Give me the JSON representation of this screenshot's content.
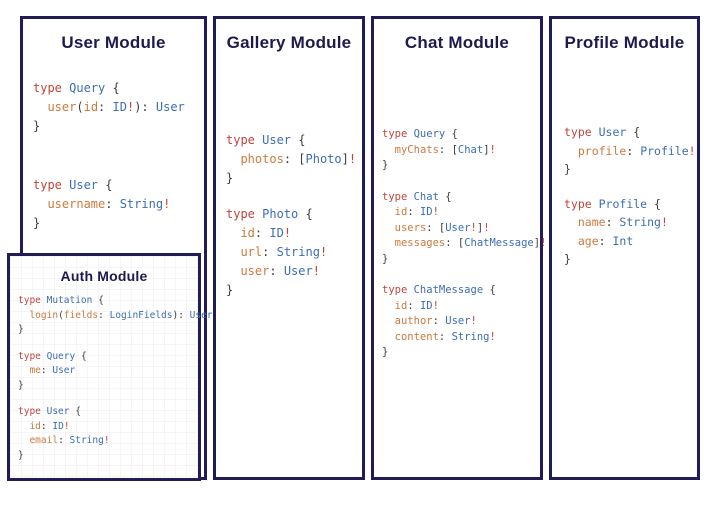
{
  "colors": {
    "border": "#201c55",
    "heading": "#1d1a4e",
    "keyword": "#c0453f",
    "type": "#3d6eb4",
    "field": "#cc7a3d",
    "punct": "#3d3d3d",
    "bang": "#c0453f",
    "background": "#ffffff"
  },
  "modules": [
    {
      "id": "user",
      "title": "User Module",
      "blocks": [
        [
          [
            [
              "k",
              "type "
            ],
            [
              "t",
              "Query "
            ],
            [
              "p",
              "{"
            ]
          ],
          [
            [
              "p",
              "  "
            ],
            [
              "f",
              "user"
            ],
            [
              "p",
              "("
            ],
            [
              "f",
              "id"
            ],
            [
              "p",
              ": "
            ],
            [
              "t",
              "ID"
            ],
            [
              "b",
              "!"
            ],
            [
              "p",
              "): "
            ],
            [
              "t",
              "User"
            ]
          ],
          [
            [
              "p",
              "}"
            ]
          ]
        ],
        [
          [
            [
              "k",
              "type "
            ],
            [
              "t",
              "User "
            ],
            [
              "p",
              "{"
            ]
          ],
          [
            [
              "p",
              "  "
            ],
            [
              "f",
              "username"
            ],
            [
              "p",
              ": "
            ],
            [
              "t",
              "String"
            ],
            [
              "b",
              "!"
            ]
          ],
          [
            [
              "p",
              "}"
            ]
          ]
        ]
      ]
    },
    {
      "id": "gallery",
      "title": "Gallery Module",
      "blocks": [
        [
          [
            [
              "k",
              "type "
            ],
            [
              "t",
              "User "
            ],
            [
              "p",
              "{"
            ]
          ],
          [
            [
              "p",
              "  "
            ],
            [
              "f",
              "photos"
            ],
            [
              "p",
              ": ["
            ],
            [
              "t",
              "Photo"
            ],
            [
              "p",
              "]"
            ],
            [
              "b",
              "!"
            ]
          ],
          [
            [
              "p",
              "}"
            ]
          ]
        ],
        [
          [
            [
              "k",
              "type "
            ],
            [
              "t",
              "Photo "
            ],
            [
              "p",
              "{"
            ]
          ],
          [
            [
              "p",
              "  "
            ],
            [
              "f",
              "id"
            ],
            [
              "p",
              ": "
            ],
            [
              "t",
              "ID"
            ],
            [
              "b",
              "!"
            ]
          ],
          [
            [
              "p",
              "  "
            ],
            [
              "f",
              "url"
            ],
            [
              "p",
              ": "
            ],
            [
              "t",
              "String"
            ],
            [
              "b",
              "!"
            ]
          ],
          [
            [
              "p",
              "  "
            ],
            [
              "f",
              "user"
            ],
            [
              "p",
              ": "
            ],
            [
              "t",
              "User"
            ],
            [
              "b",
              "!"
            ]
          ],
          [
            [
              "p",
              "}"
            ]
          ]
        ]
      ]
    },
    {
      "id": "chat",
      "title": "Chat Module",
      "blocks": [
        [
          [
            [
              "k",
              "type "
            ],
            [
              "t",
              "Query "
            ],
            [
              "p",
              "{"
            ]
          ],
          [
            [
              "p",
              "  "
            ],
            [
              "f",
              "myChats"
            ],
            [
              "p",
              ": ["
            ],
            [
              "t",
              "Chat"
            ],
            [
              "p",
              "]"
            ],
            [
              "b",
              "!"
            ]
          ],
          [
            [
              "p",
              "}"
            ]
          ]
        ],
        [
          [
            [
              "k",
              "type "
            ],
            [
              "t",
              "Chat "
            ],
            [
              "p",
              "{"
            ]
          ],
          [
            [
              "p",
              "  "
            ],
            [
              "f",
              "id"
            ],
            [
              "p",
              ": "
            ],
            [
              "t",
              "ID"
            ],
            [
              "b",
              "!"
            ]
          ],
          [
            [
              "p",
              "  "
            ],
            [
              "f",
              "users"
            ],
            [
              "p",
              ": ["
            ],
            [
              "t",
              "User"
            ],
            [
              "b",
              "!"
            ],
            [
              "p",
              "]"
            ],
            [
              "b",
              "!"
            ]
          ],
          [
            [
              "p",
              "  "
            ],
            [
              "f",
              "messages"
            ],
            [
              "p",
              ": ["
            ],
            [
              "t",
              "ChatMessage"
            ],
            [
              "p",
              "]"
            ],
            [
              "b",
              "!"
            ]
          ],
          [
            [
              "p",
              "}"
            ]
          ]
        ],
        [
          [
            [
              "k",
              "type "
            ],
            [
              "t",
              "ChatMessage "
            ],
            [
              "p",
              "{"
            ]
          ],
          [
            [
              "p",
              "  "
            ],
            [
              "f",
              "id"
            ],
            [
              "p",
              ": "
            ],
            [
              "t",
              "ID"
            ],
            [
              "b",
              "!"
            ]
          ],
          [
            [
              "p",
              "  "
            ],
            [
              "f",
              "author"
            ],
            [
              "p",
              ": "
            ],
            [
              "t",
              "User"
            ],
            [
              "b",
              "!"
            ]
          ],
          [
            [
              "p",
              "  "
            ],
            [
              "f",
              "content"
            ],
            [
              "p",
              ": "
            ],
            [
              "t",
              "String"
            ],
            [
              "b",
              "!"
            ]
          ],
          [
            [
              "p",
              "}"
            ]
          ]
        ]
      ]
    },
    {
      "id": "profile",
      "title": "Profile Module",
      "blocks": [
        [
          [
            [
              "k",
              "type "
            ],
            [
              "t",
              "User "
            ],
            [
              "p",
              "{"
            ]
          ],
          [
            [
              "p",
              "  "
            ],
            [
              "f",
              "profile"
            ],
            [
              "p",
              ": "
            ],
            [
              "t",
              "Profile"
            ],
            [
              "b",
              "!"
            ]
          ],
          [
            [
              "p",
              "}"
            ]
          ]
        ],
        [
          [
            [
              "k",
              "type "
            ],
            [
              "t",
              "Profile "
            ],
            [
              "p",
              "{"
            ]
          ],
          [
            [
              "p",
              "  "
            ],
            [
              "f",
              "name"
            ],
            [
              "p",
              ": "
            ],
            [
              "t",
              "String"
            ],
            [
              "b",
              "!"
            ]
          ],
          [
            [
              "p",
              "  "
            ],
            [
              "f",
              "age"
            ],
            [
              "p",
              ": "
            ],
            [
              "t",
              "Int"
            ]
          ],
          [
            [
              "p",
              "}"
            ]
          ]
        ]
      ]
    },
    {
      "id": "auth",
      "title": "Auth Module",
      "blocks": [
        [
          [
            [
              "k",
              "type "
            ],
            [
              "t",
              "Mutation "
            ],
            [
              "p",
              "{"
            ]
          ],
          [
            [
              "p",
              "  "
            ],
            [
              "f",
              "login"
            ],
            [
              "p",
              "("
            ],
            [
              "f",
              "fields"
            ],
            [
              "p",
              ": "
            ],
            [
              "t",
              "LoginFields"
            ],
            [
              "p",
              "): "
            ],
            [
              "t",
              "User"
            ]
          ],
          [
            [
              "p",
              "}"
            ]
          ]
        ],
        [
          [
            [
              "k",
              "type "
            ],
            [
              "t",
              "Query "
            ],
            [
              "p",
              "{"
            ]
          ],
          [
            [
              "p",
              "  "
            ],
            [
              "f",
              "me"
            ],
            [
              "p",
              ": "
            ],
            [
              "t",
              "User"
            ]
          ],
          [
            [
              "p",
              "}"
            ]
          ]
        ],
        [
          [
            [
              "k",
              "type "
            ],
            [
              "t",
              "User "
            ],
            [
              "p",
              "{"
            ]
          ],
          [
            [
              "p",
              "  "
            ],
            [
              "f",
              "id"
            ],
            [
              "p",
              ": "
            ],
            [
              "t",
              "ID"
            ],
            [
              "b",
              "!"
            ]
          ],
          [
            [
              "p",
              "  "
            ],
            [
              "f",
              "email"
            ],
            [
              "p",
              ": "
            ],
            [
              "t",
              "String"
            ],
            [
              "b",
              "!"
            ]
          ],
          [
            [
              "p",
              "}"
            ]
          ]
        ]
      ]
    }
  ]
}
